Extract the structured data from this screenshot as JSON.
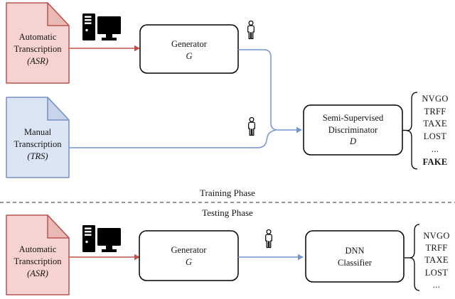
{
  "training": {
    "phase_label": "Training Phase",
    "asr_doc": {
      "line1": "Automatic",
      "line2": "Transcription",
      "line3": "(ASR)"
    },
    "trs_doc": {
      "line1": "Manual",
      "line2": "Transcription",
      "line3": "(TRS)"
    },
    "generator": {
      "name": "Generator",
      "symbol": "G"
    },
    "discriminator": {
      "line1": "Semi-Supervised",
      "line2": "Discriminator",
      "symbol": "D"
    },
    "outputs": [
      "NVGO",
      "TRFF",
      "TAXE",
      "LOST",
      "...",
      "FAKE"
    ]
  },
  "testing": {
    "phase_label": "Testing Phase",
    "asr_doc": {
      "line1": "Automatic",
      "line2": "Transcription",
      "line3": "(ASR)"
    },
    "generator": {
      "name": "Generator",
      "symbol": "G"
    },
    "classifier": {
      "line1": "DNN",
      "line2": "Classifier"
    },
    "outputs": [
      "NVGO",
      "TRFF",
      "TAXE",
      "LOST",
      "..."
    ]
  },
  "icons": {
    "computer": "desktop-computer-icon",
    "person": "person-icon"
  },
  "colors": {
    "doc_red_fill": "#f6d2d0",
    "doc_red_fold": "#eab9b6",
    "doc_red_stroke": "#b85450",
    "doc_blue_fill": "#dbe5f4",
    "doc_blue_fold": "#c6d5ec",
    "doc_blue_stroke": "#7491c2",
    "arrow_red": "#c0504d",
    "arrow_blue": "#7593ce",
    "box_stroke": "#000000"
  }
}
